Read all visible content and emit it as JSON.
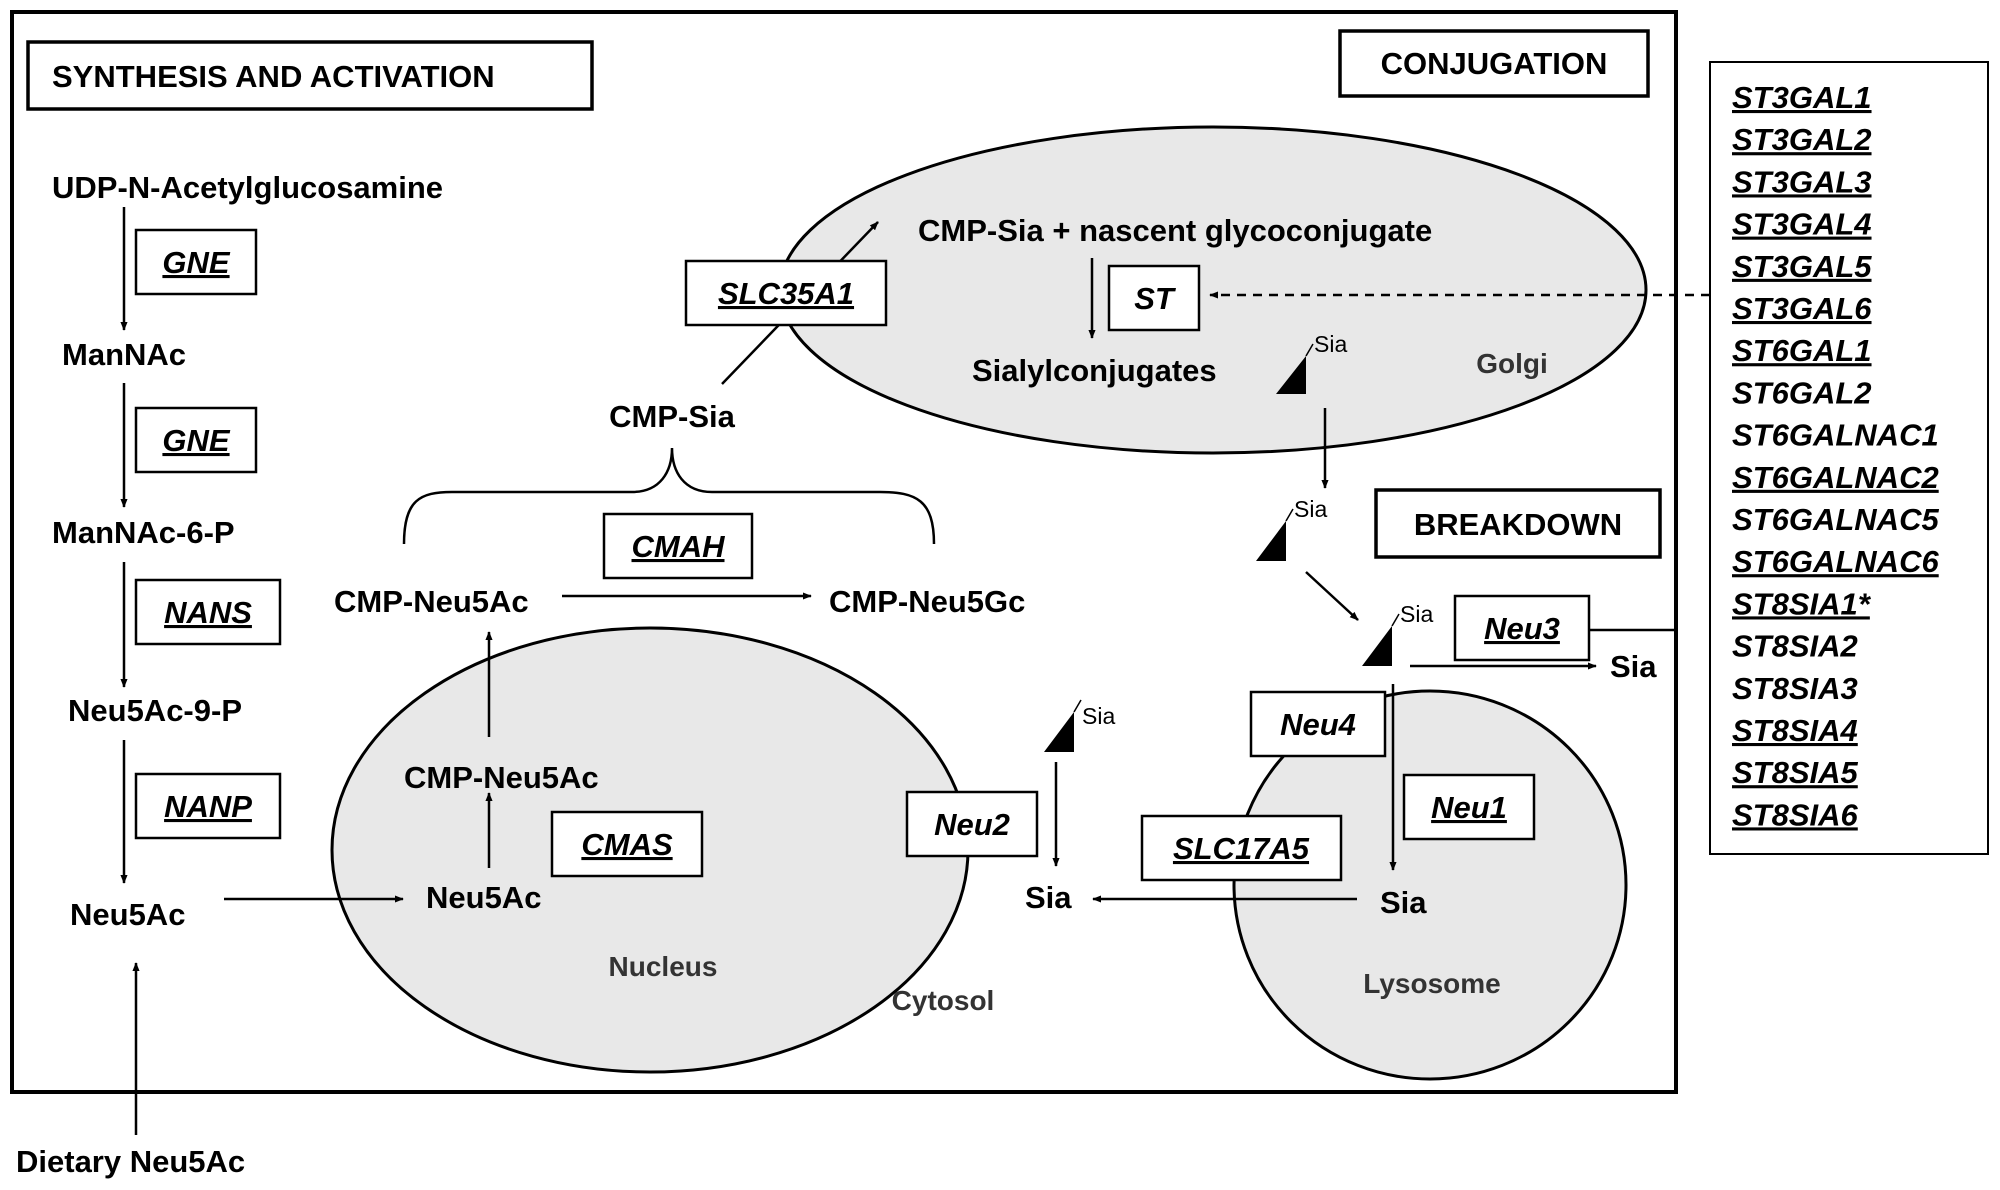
{
  "headers": {
    "synthesis": "SYNTHESIS AND ACTIVATION",
    "conjugation": "CONJUGATION",
    "breakdown": "BREAKDOWN"
  },
  "compartments": {
    "golgi": "Golgi",
    "nucleus": "Nucleus",
    "cytosol": "Cytosol",
    "lysosome": "Lysosome"
  },
  "metabolites": {
    "udp_glcnac": "UDP-N-Acetylglucosamine",
    "mannac": "ManNAc",
    "mannac_6p": "ManNAc-6-P",
    "neu5ac_9p": "Neu5Ac-9-P",
    "neu5ac_left": "Neu5Ac",
    "dietary": "Dietary Neu5Ac",
    "neu5ac_nucleus": "Neu5Ac",
    "cmp_neu5ac_nucleus": "CMP-Neu5Ac",
    "cmp_neu5ac": "CMP-Neu5Ac",
    "cmp_neu5gc": "CMP-Neu5Gc",
    "cmp_sia": "CMP-Sia",
    "cmp_sia_nascent": "CMP-Sia + nascent glycoconjugate",
    "sialylconjugates": "Sialylconjugates",
    "sia_cytosol": "Sia",
    "sia_lysosome": "Sia",
    "sia_neu3": "Sia",
    "sia_tag_golgi": "Sia",
    "sia_tag_mid": "Sia",
    "sia_tag_membrane": "Sia",
    "sia_tag_neu2": "Sia"
  },
  "enzymes": {
    "gne_1": "GNE",
    "gne_2": "GNE",
    "nans": "NANS",
    "nanp": "NANP",
    "cmas": "CMAS",
    "cmah": "CMAH",
    "slc35a1": "SLC35A1",
    "st": "ST",
    "neu1": "Neu1",
    "neu2": "Neu2",
    "neu3": "Neu3",
    "neu4": "Neu4",
    "slc17a5": "SLC17A5"
  },
  "st_genes": [
    {
      "name": "ST3GAL1",
      "underlined": true
    },
    {
      "name": "ST3GAL2",
      "underlined": true
    },
    {
      "name": "ST3GAL3",
      "underlined": true
    },
    {
      "name": "ST3GAL4",
      "underlined": true
    },
    {
      "name": "ST3GAL5",
      "underlined": true
    },
    {
      "name": "ST3GAL6",
      "underlined": true
    },
    {
      "name": "ST6GAL1",
      "underlined": true
    },
    {
      "name": "ST6GAL2",
      "underlined": false
    },
    {
      "name": "ST6GALNAC1",
      "underlined": false
    },
    {
      "name": "ST6GALNAC2",
      "underlined": true
    },
    {
      "name": "ST6GALNAC5",
      "underlined": false
    },
    {
      "name": "ST6GALNAC6",
      "underlined": true
    },
    {
      "name": "ST8SIA1*",
      "underlined": true
    },
    {
      "name": "ST8SIA2",
      "underlined": false
    },
    {
      "name": "ST8SIA3",
      "underlined": false
    },
    {
      "name": "ST8SIA4",
      "underlined": true
    },
    {
      "name": "ST8SIA5",
      "underlined": true
    },
    {
      "name": "ST8SIA6",
      "underlined": true
    }
  ]
}
